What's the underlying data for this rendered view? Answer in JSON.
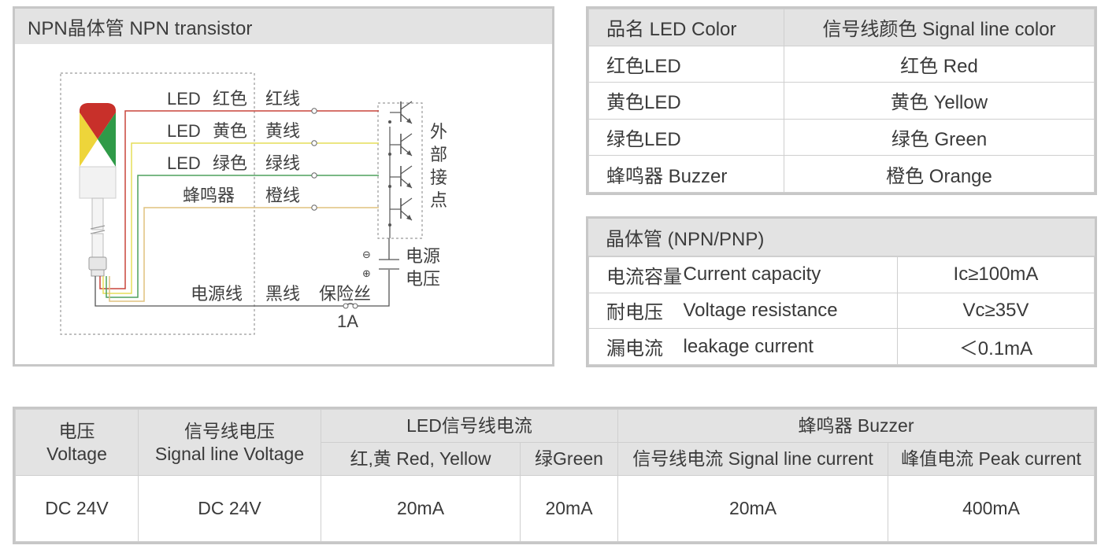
{
  "diagram": {
    "title": "NPN晶体管 NPN transistor",
    "wires": [
      {
        "prefix": "LED",
        "color_name": "红色",
        "wire_name": "红线",
        "stroke": "#c8453c"
      },
      {
        "prefix": "LED",
        "color_name": "黄色",
        "wire_name": "黄线",
        "stroke": "#e6dd58"
      },
      {
        "prefix": "LED",
        "color_name": "绿色",
        "wire_name": "绿线",
        "stroke": "#4ea05d"
      },
      {
        "prefix": "",
        "color_name": "蜂鸣器",
        "wire_name": "橙线",
        "stroke": "#e0c27e"
      }
    ],
    "power_line": "电源线",
    "black_line": "黑线",
    "fuse": "保险丝",
    "fuse_rating": "1A",
    "external_contacts": [
      "外",
      "部",
      "接",
      "点"
    ],
    "supply_voltage": [
      "电源",
      "电压"
    ],
    "minus_sign": "⊖",
    "plus_sign": "⊕",
    "lamp_colors": {
      "red": "#c8302a",
      "yellow": "#eed53a",
      "green": "#2f9a48",
      "white": "#f2f2f2",
      "grey": "#cfcfcf"
    }
  },
  "color_table": {
    "header": [
      "品名  LED Color",
      "信号线颜色 Signal line color"
    ],
    "rows": [
      [
        "红色LED",
        "红色 Red"
      ],
      [
        "黄色LED",
        "黄色 Yellow"
      ],
      [
        "绿色LED",
        "绿色 Green"
      ],
      [
        "蜂鸣器 Buzzer",
        "橙色 Orange"
      ]
    ]
  },
  "transistor_table": {
    "title": "晶体管 (NPN/PNP)",
    "rows": [
      {
        "cn": "电流容量",
        "en": "Current capacity",
        "value": "Ic≥100mA"
      },
      {
        "cn": "耐电压",
        "en": "Voltage resistance",
        "value": "Vc≥35V"
      },
      {
        "cn": "漏电流",
        "en": "leakage current",
        "value": "＜0.1mA"
      }
    ]
  },
  "spec_table": {
    "voltage": [
      "电压",
      "Voltage"
    ],
    "signal_voltage": [
      "信号线电压",
      "Signal line Voltage"
    ],
    "led_current": "LED信号线电流",
    "buzzer": "蜂鸣器 Buzzer",
    "sub_headers": [
      "红,黄  Red, Yellow",
      "绿Green",
      "信号线电流 Signal line current",
      "峰值电流 Peak current"
    ],
    "values": [
      "DC 24V",
      "DC 24V",
      "20mA",
      "20mA",
      "20mA",
      "400mA"
    ]
  }
}
